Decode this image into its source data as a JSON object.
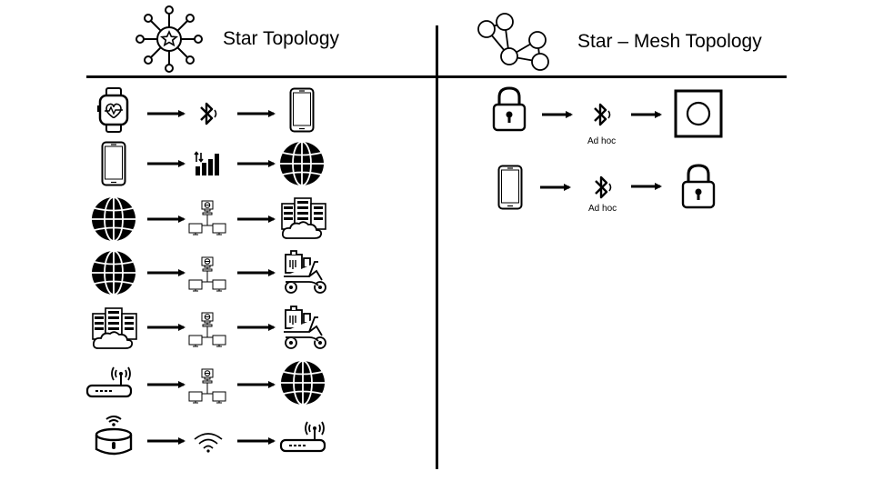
{
  "left_panel": {
    "title": "Star Topology",
    "header_icon": "star-network-icon",
    "rows": [
      {
        "from": "smartwatch-icon",
        "via": "bluetooth-icon",
        "to": "smartphone-icon"
      },
      {
        "from": "smartphone-icon",
        "via": "cellular-signal-icon",
        "to": "globe-icon"
      },
      {
        "from": "globe-icon",
        "via": "network-icon",
        "to": "cloud-server-icon"
      },
      {
        "from": "globe-icon",
        "via": "network-icon",
        "to": "delivery-scooter-icon"
      },
      {
        "from": "cloud-server-icon",
        "via": "network-icon",
        "to": "delivery-scooter-icon"
      },
      {
        "from": "router-icon",
        "via": "network-icon",
        "to": "globe-icon"
      },
      {
        "from": "smart-speaker-icon",
        "via": "wifi-icon",
        "to": "router-icon"
      }
    ]
  },
  "right_panel": {
    "title": "Star – Mesh  Topology",
    "header_icon": "mesh-network-icon",
    "rows": [
      {
        "from": "padlock-icon",
        "via": "bluetooth-icon",
        "via_label": "Ad hoc",
        "to": "square-button-icon"
      },
      {
        "from": "smartphone-icon",
        "via": "bluetooth-icon",
        "via_label": "Ad hoc",
        "to": "padlock-icon"
      }
    ]
  }
}
